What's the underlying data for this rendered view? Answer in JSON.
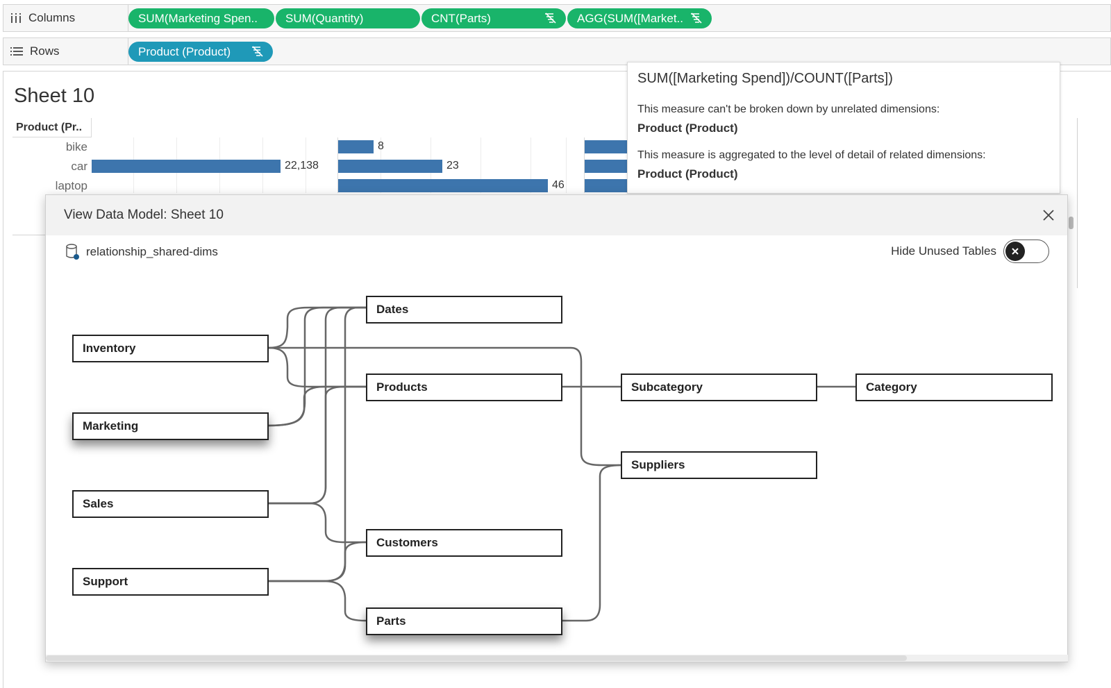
{
  "shelves": {
    "columns": {
      "label": "Columns",
      "pills": [
        "SUM(Marketing Spen..",
        "SUM(Quantity)",
        "CNT(Parts)",
        "AGG(SUM([Market.."
      ]
    },
    "rows": {
      "label": "Rows",
      "pills": [
        "Product (Product)"
      ]
    }
  },
  "sheet": {
    "title": "Sheet 10",
    "column_header": "Product (Pr..",
    "rows": [
      "bike",
      "car",
      "laptop"
    ],
    "bar_labels": {
      "marketing_car": "22,138",
      "quantity_bike": "8",
      "quantity_car": "23",
      "quantity_laptop": "46"
    }
  },
  "tooltip": {
    "formula": "SUM([Marketing Spend])/COUNT([Parts])",
    "line1": "This measure can't be broken down by unrelated dimensions:",
    "dim1": "Product (Product)",
    "line2": "This measure is aggregated to the level of detail of related dimensions:",
    "dim2": "Product (Product)"
  },
  "dialog": {
    "title": "View Data Model: Sheet 10",
    "datasource": "relationship_shared-dims",
    "hide_unused_label": "Hide Unused Tables",
    "tables": {
      "inventory": "Inventory",
      "marketing": "Marketing",
      "sales": "Sales",
      "support": "Support",
      "dates": "Dates",
      "products": "Products",
      "customers": "Customers",
      "parts": "Parts",
      "subcategory": "Subcategory",
      "category": "Category",
      "suppliers": "Suppliers"
    }
  },
  "colors": {
    "pill_green": "#19b46a",
    "pill_blue": "#1f99b8",
    "bar": "#3d75ad",
    "link": "#666666"
  },
  "icons": {
    "columns": "columns-icon",
    "rows": "rows-icon",
    "sort": "sort-icon",
    "close": "close-icon",
    "datasource": "database-icon",
    "toggle": "x-icon"
  }
}
